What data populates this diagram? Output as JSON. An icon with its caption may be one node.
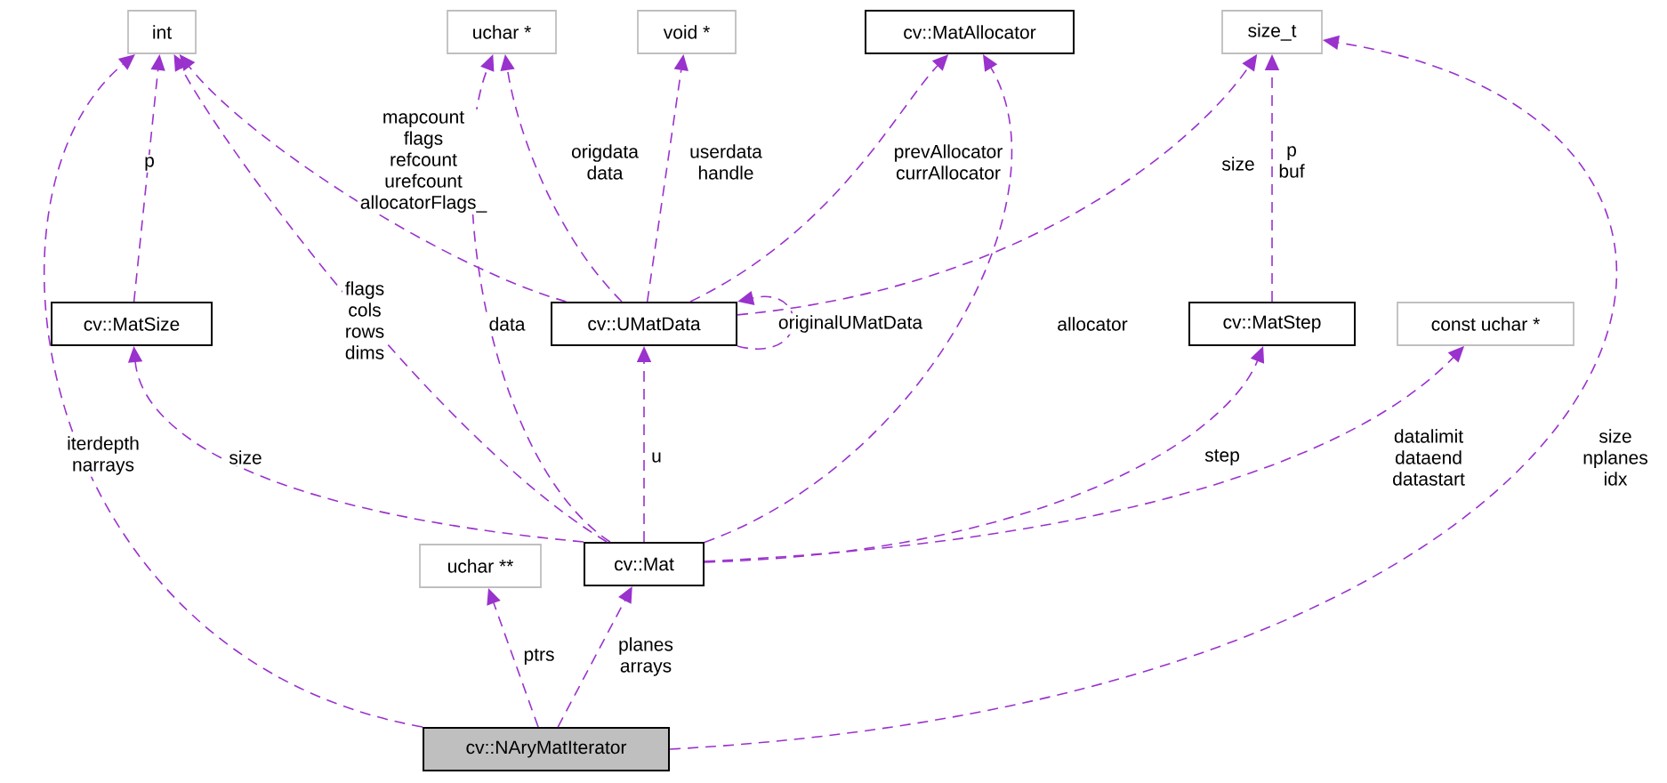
{
  "diagram": {
    "nodes": [
      {
        "text": [
          "int"
        ]
      },
      {
        "text": [
          "uchar *"
        ]
      },
      {
        "text": [
          "void *"
        ]
      },
      {
        "text": [
          "cv::MatAllocator"
        ]
      },
      {
        "text": [
          "size_t"
        ]
      },
      {
        "text": [
          "cv::MatSize"
        ]
      },
      {
        "text": [
          "cv::UMatData"
        ]
      },
      {
        "text": [
          "cv::MatStep"
        ]
      },
      {
        "text": [
          "const uchar *"
        ]
      },
      {
        "text": [
          "uchar **"
        ]
      },
      {
        "text": [
          "cv::Mat"
        ]
      },
      {
        "text": [
          "cv::NAryMatIterator"
        ]
      }
    ],
    "edges": [
      {
        "from": 11,
        "to": 0,
        "arrow": "to",
        "style": "dashed",
        "label": "iterdepth narrays"
      },
      {
        "from": 11,
        "to": 9,
        "arrow": "to",
        "style": "dashed",
        "label": "ptrs"
      },
      {
        "from": 11,
        "to": 10,
        "arrow": "to",
        "style": "dashed",
        "label": "planes arrays"
      },
      {
        "from": 11,
        "to": 4,
        "arrow": "to",
        "style": "dashed",
        "label": "size nplanes idx"
      },
      {
        "from": 10,
        "to": 0,
        "arrow": "to",
        "style": "dashed",
        "label": "flags cols rows dims"
      },
      {
        "from": 10,
        "to": 1,
        "arrow": "to",
        "style": "dashed",
        "label": "data"
      },
      {
        "from": 10,
        "to": 5,
        "arrow": "to",
        "style": "dashed",
        "label": "size"
      },
      {
        "from": 10,
        "to": 6,
        "arrow": "to",
        "style": "dashed",
        "label": "u"
      },
      {
        "from": 10,
        "to": 3,
        "arrow": "to",
        "style": "dashed",
        "label": "allocator"
      },
      {
        "from": 10,
        "to": 7,
        "arrow": "to",
        "style": "dashed",
        "label": "step"
      },
      {
        "from": 10,
        "to": 8,
        "arrow": "to",
        "style": "dashed",
        "label": "datalimit dataend datastart"
      },
      {
        "from": 6,
        "to": 0,
        "arrow": "to",
        "style": "dashed",
        "label": "mapcount flags refcount urefcount allocatorFlags_"
      },
      {
        "from": 6,
        "to": 1,
        "arrow": "to",
        "style": "dashed",
        "label": "origdata data"
      },
      {
        "from": 6,
        "to": 2,
        "arrow": "to",
        "style": "dashed",
        "label": "userdata handle"
      },
      {
        "from": 6,
        "to": 3,
        "arrow": "to",
        "style": "dashed",
        "label": "prevAllocator currAllocator"
      },
      {
        "from": 6,
        "to": 4,
        "arrow": "to",
        "style": "dashed",
        "label": "size"
      },
      {
        "from": 6,
        "to": 6,
        "arrow": "to",
        "style": "dashed",
        "label": "originalUMatData"
      },
      {
        "from": 5,
        "to": 0,
        "arrow": "to",
        "style": "dashed",
        "label": "p"
      },
      {
        "from": 7,
        "to": 4,
        "arrow": "to",
        "style": "dashed",
        "label": "p buf"
      }
    ]
  }
}
